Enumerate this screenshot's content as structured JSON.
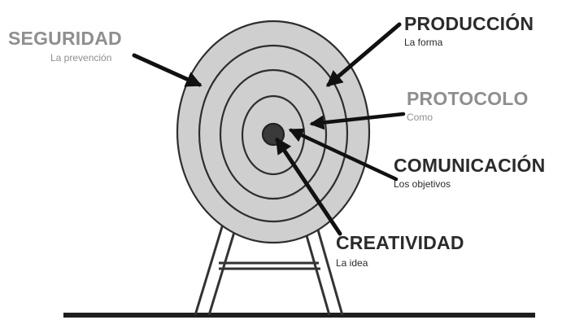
{
  "labels": {
    "seguridad": {
      "title": "SEGURIDAD",
      "subtitle": "La prevención",
      "tone": "grey"
    },
    "produccion": {
      "title": "PRODUCCIÓN",
      "subtitle": "La forma",
      "tone": "dark"
    },
    "protocolo": {
      "title": "PROTOCOLO",
      "subtitle": "Como",
      "tone": "grey"
    },
    "comunicacion": {
      "title": "COMUNICACIÓN",
      "subtitle": "Los objetivos",
      "tone": "dark"
    },
    "creatividad": {
      "title": "CREATIVIDAD",
      "subtitle": "La idea",
      "tone": "dark"
    }
  },
  "colors": {
    "target_fill": "#cfcfcf",
    "ring_stroke": "#2e2e2e",
    "bullseye": "#3a3a3a",
    "ground": "#1e1e1e",
    "stand": "#333333"
  }
}
